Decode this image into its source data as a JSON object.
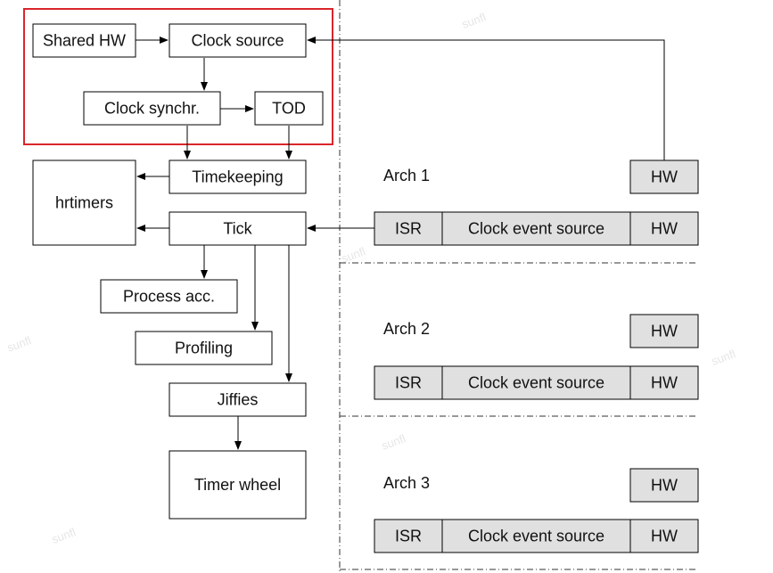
{
  "boxes": {
    "shared_hw": "Shared HW",
    "clock_source": "Clock source",
    "clock_synchr": "Clock synchr.",
    "tod": "TOD",
    "timekeeping": "Timekeeping",
    "hrtimers": "hrtimers",
    "tick": "Tick",
    "process_acc": "Process acc.",
    "profiling": "Profiling",
    "jiffies": "Jiffies",
    "timer_wheel": "Timer wheel"
  },
  "arch": [
    {
      "label": "Arch 1",
      "hw_top": "HW",
      "isr": "ISR",
      "event_source": "Clock event source",
      "hw": "HW"
    },
    {
      "label": "Arch 2",
      "hw_top": "HW",
      "isr": "ISR",
      "event_source": "Clock event source",
      "hw": "HW"
    },
    {
      "label": "Arch 3",
      "hw_top": "HW",
      "isr": "ISR",
      "event_source": "Clock event source",
      "hw": "HW"
    }
  ],
  "watermark": "sunfl",
  "colors": {
    "highlight_border": "#d9262b",
    "gray_fill": "#e0e0e0",
    "stroke": "#000000",
    "watermark": "#e6e6e6"
  }
}
